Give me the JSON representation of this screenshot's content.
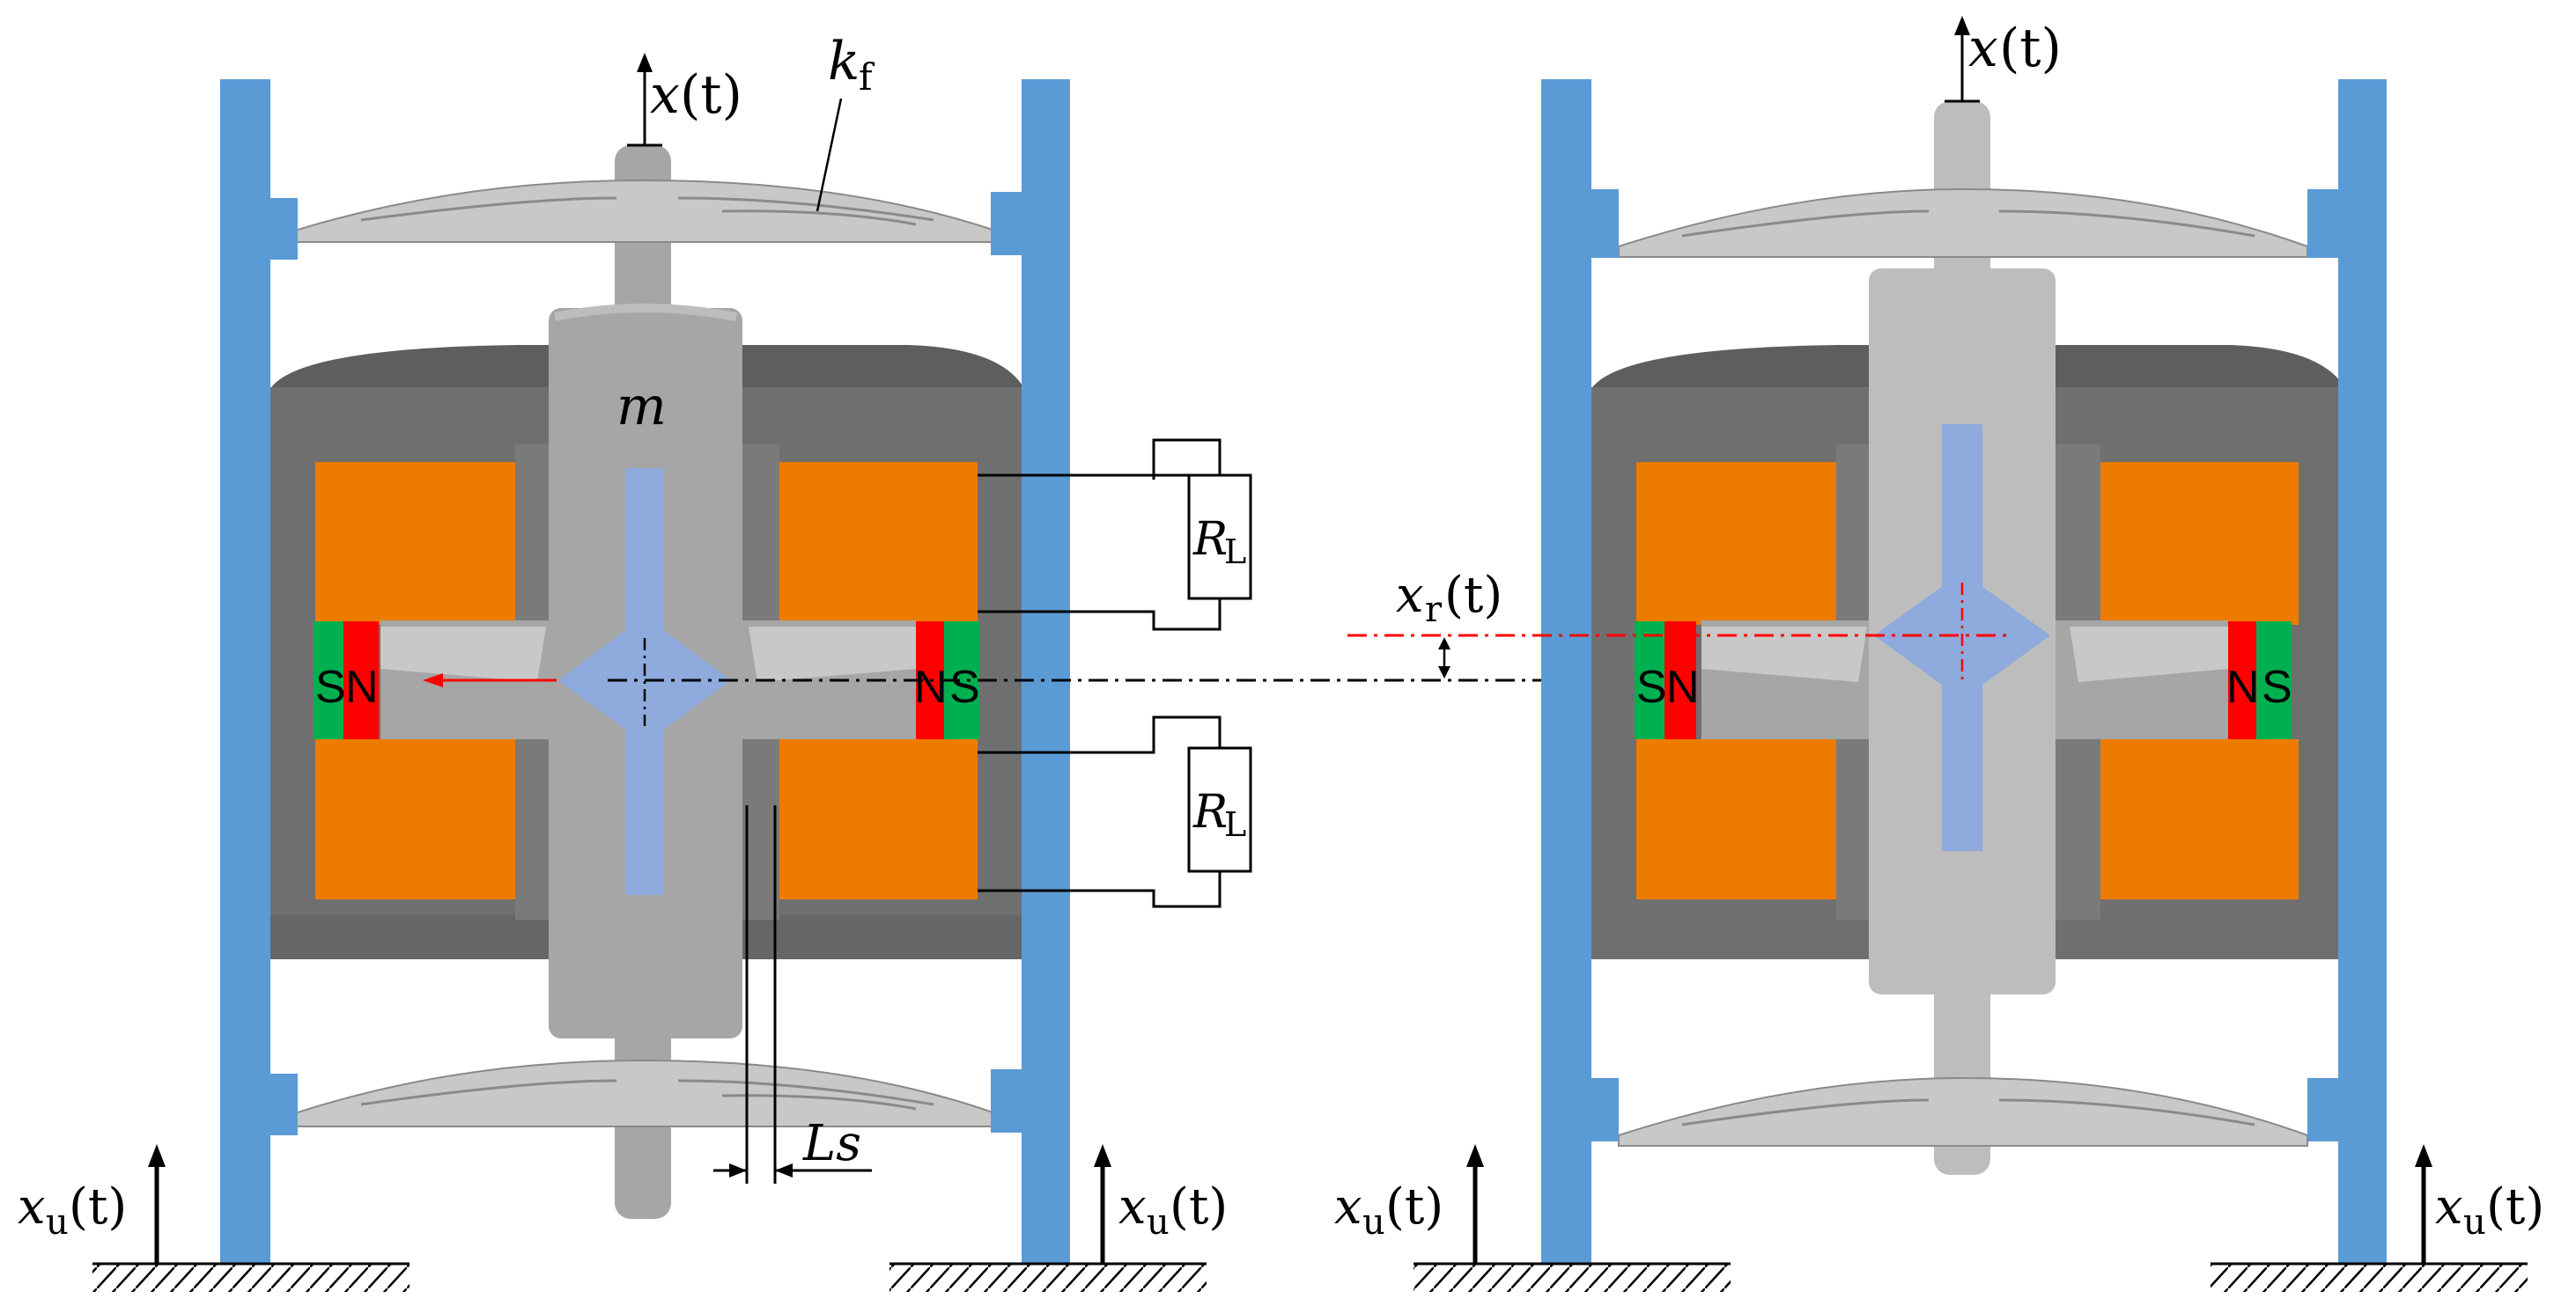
{
  "labels": {
    "x_top_left": "x",
    "x_top_right": "x",
    "arg_t": "(t)",
    "kf_main": "k",
    "kf_sub": "f",
    "mass": "m",
    "resistor_main": "R",
    "resistor_sub": "L",
    "xr_main": "x",
    "xr_sub": "r",
    "xu_main": "x",
    "xu_sub": "u",
    "gap": "Ls"
  },
  "magnets": {
    "left_outer_S": "S",
    "left_outer_N": "N",
    "right_inner_N": "N",
    "right_inner_S": "S"
  },
  "colors": {
    "frame": "#5b9bd5",
    "frame_dark": "#4a86be",
    "housing": "#6f6f6f",
    "housing_top": "#5e5e5e",
    "coil": "#ed7b00",
    "armature": "#a6a6a6",
    "armature_light": "#bdbdbd",
    "core": "#8faadc",
    "magnet_green": "#00b050",
    "magnet_red": "#ff0000",
    "ground": "#000000",
    "flux_arrow": "#ff0000",
    "offset_line": "#ff0000"
  }
}
